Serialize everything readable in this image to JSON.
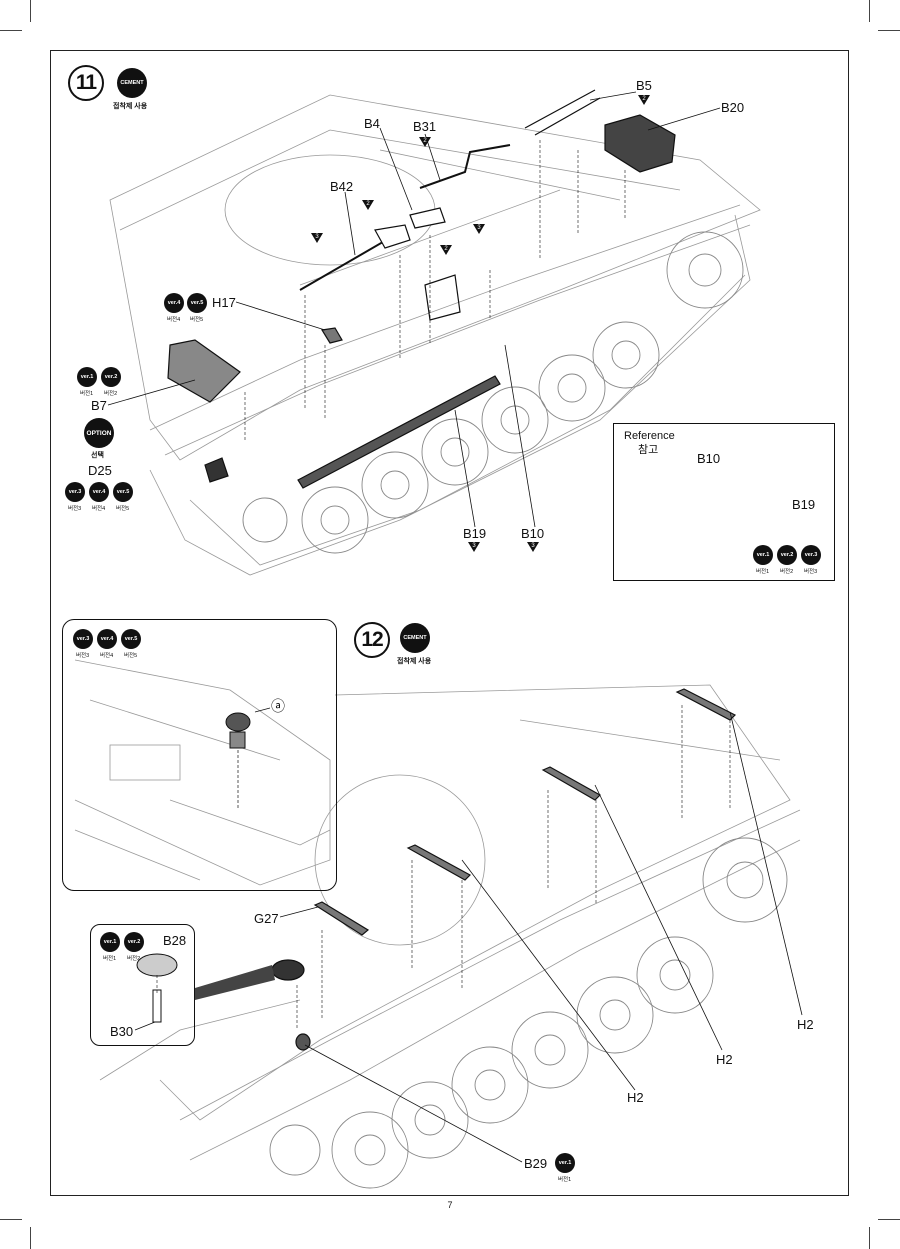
{
  "page_number": "7",
  "step11": {
    "number": "11",
    "cement_label": "CEMENT",
    "cement_korean": "접착제 사용",
    "parts": {
      "B5": "B5",
      "B5_qty": "2",
      "B20": "B20",
      "B4": "B4",
      "B31": "B31",
      "B31_qty": "2",
      "B42": "B42",
      "B42_qty": "2",
      "qty3a": "3",
      "qty3b": "3",
      "qty2c": "2",
      "H17": "H17",
      "B7": "B7",
      "D25": "D25",
      "B19": "B19",
      "B19_qty": "3",
      "B10": "B10",
      "B10_qty": "3"
    },
    "h17_versions": [
      {
        "label": "ver.4",
        "sub": "버전4"
      },
      {
        "label": "ver.5",
        "sub": "버전5"
      }
    ],
    "b7_versions": [
      {
        "label": "ver.1",
        "sub": "버전1"
      },
      {
        "label": "ver.2",
        "sub": "버전2"
      }
    ],
    "option_label": "OPTION",
    "option_korean": "선택",
    "d25_versions": [
      {
        "label": "ver.3",
        "sub": "버전3"
      },
      {
        "label": "ver.4",
        "sub": "버전4"
      },
      {
        "label": "ver.5",
        "sub": "버전5"
      }
    ],
    "reference": {
      "title": "Reference",
      "title_korean": "참고",
      "b10": "B10",
      "b19": "B19",
      "versions": [
        {
          "label": "ver.1",
          "sub": "버전1"
        },
        {
          "label": "ver.2",
          "sub": "버전2"
        },
        {
          "label": "ver.3",
          "sub": "버전3"
        }
      ]
    }
  },
  "step12": {
    "number": "12",
    "cement_label": "CEMENT",
    "cement_korean": "접착제 사용",
    "inset_versions": [
      {
        "label": "ver.3",
        "sub": "버전3"
      },
      {
        "label": "ver.4",
        "sub": "버전4"
      },
      {
        "label": "ver.5",
        "sub": "버전5"
      }
    ],
    "inset_marker": "ⓐ",
    "detail": {
      "versions": [
        {
          "label": "ver.1",
          "sub": "버전1"
        },
        {
          "label": "ver.2",
          "sub": "버전2"
        }
      ],
      "b28": "B28",
      "b30": "B30"
    },
    "parts": {
      "G27": "G27",
      "H2a": "H2",
      "H2b": "H2",
      "H2c": "H2",
      "B29": "B29"
    },
    "b29_version": {
      "label": "ver.1",
      "sub": "버전1"
    }
  }
}
